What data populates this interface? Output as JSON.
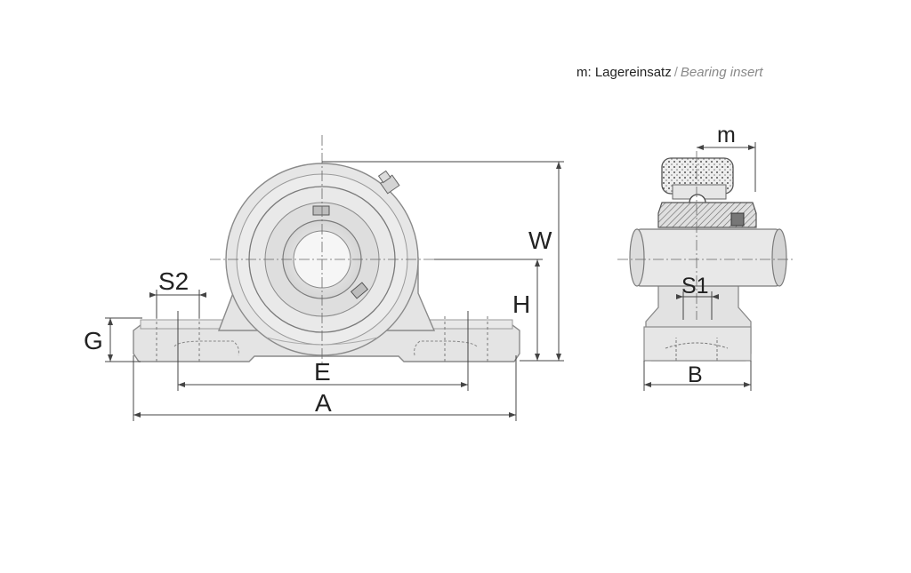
{
  "legend": {
    "key": "m: Lagereinsatz",
    "separator": "/",
    "translation": "Bearing insert"
  },
  "dimensions": {
    "A": "A",
    "B": "B",
    "E": "E",
    "G": "G",
    "H": "H",
    "W": "W",
    "S1": "S1",
    "S2": "S2",
    "m": "m"
  },
  "colors": {
    "housing_fill": "#e4e4e4",
    "housing_stroke": "#8a8a8a",
    "dim_line": "#444444",
    "label": "#222222"
  }
}
